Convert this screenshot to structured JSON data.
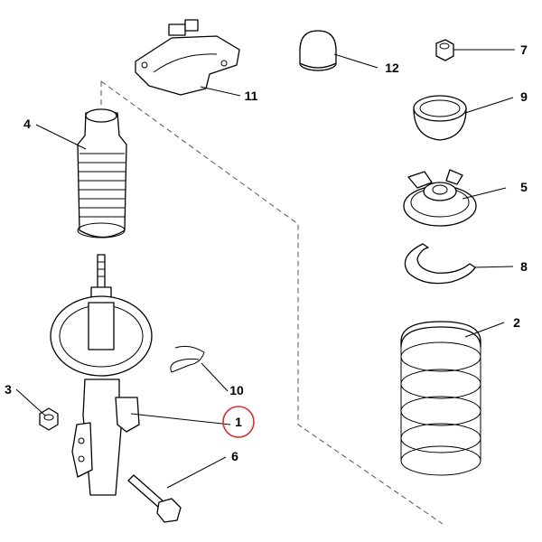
{
  "callouts": {
    "c1": "1",
    "c2": "2",
    "c3": "3",
    "c4": "4",
    "c5": "5",
    "c6": "6",
    "c7": "7",
    "c8": "8",
    "c9": "9",
    "c10": "10",
    "c11": "11",
    "c12": "12"
  },
  "highlight": {
    "callout": "1",
    "color": "#d03030"
  }
}
